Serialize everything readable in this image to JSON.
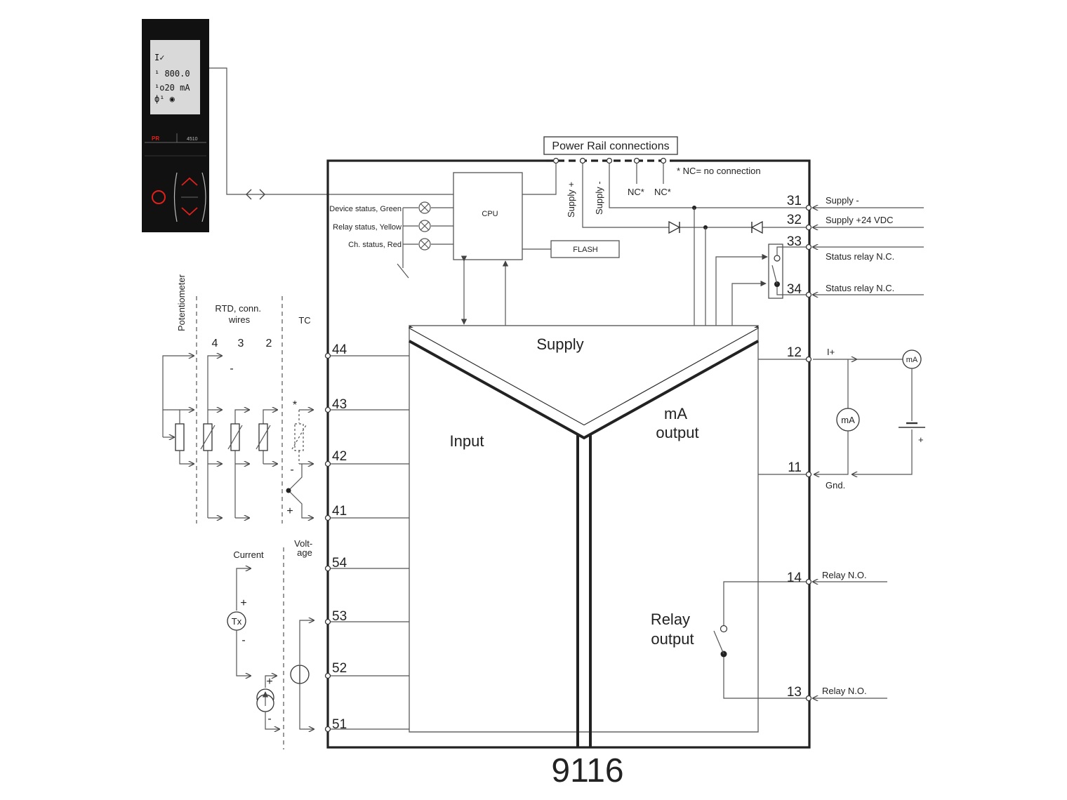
{
  "model": "9116",
  "display": {
    "brand": "PR",
    "model": "4510",
    "lines": [
      "I✓",
      "¹ 800.0",
      "¹o20 mA",
      "ф¹    ◉"
    ]
  },
  "power_rail": {
    "title": "Power Rail connections",
    "pins": [
      "Supply +",
      "Supply -",
      "NC*",
      "NC*"
    ],
    "note": "* NC= no connection"
  },
  "internal": {
    "cpu": "CPU",
    "flash": "FLASH",
    "leds": [
      "Device status, Green",
      "Relay status, Yellow",
      "Ch. status, Red"
    ],
    "blocks": [
      "Supply",
      "Input",
      "mA output",
      "Relay output"
    ]
  },
  "input_types": {
    "potentiometer": "Potentiometer",
    "rtd": "RTD, conn. wires",
    "rtd_wires": [
      "4",
      "3",
      "2"
    ],
    "tc": "TC",
    "current": "Current",
    "voltage": "Volt- age",
    "tx": "Tx",
    "signs": {
      "plus": "+",
      "minus": "-",
      "star": "*"
    }
  },
  "left_terminals": [
    "44",
    "43",
    "42",
    "41",
    "54",
    "53",
    "52",
    "51"
  ],
  "right_terminals": [
    {
      "num": "31",
      "label": "Supply -"
    },
    {
      "num": "32",
      "label": "Supply +24 VDC"
    },
    {
      "num": "33",
      "label": "Status relay N.C."
    },
    {
      "num": "34",
      "label": "Status relay N.C."
    },
    {
      "num": "12",
      "label": "I+"
    },
    {
      "num": "11",
      "label": "Gnd."
    },
    {
      "num": "14",
      "label": "Relay N.O."
    },
    {
      "num": "13",
      "label": "Relay N.O."
    }
  ],
  "meters": [
    "mA",
    "mA"
  ]
}
